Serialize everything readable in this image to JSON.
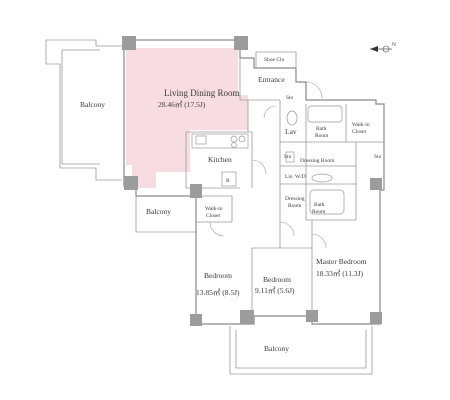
{
  "rooms": {
    "living_dining": {
      "name": "Living Dining Room",
      "area": "28.46㎡ (17.5J)"
    },
    "entrance": {
      "name": "Entrance"
    },
    "shoe_closet": {
      "name": "Shoe Clo"
    },
    "sto_1": {
      "name": "Sto"
    },
    "lav": {
      "name": "Lav"
    },
    "bath_room_1": {
      "name": "Bath Room"
    },
    "walkin_closet_1": {
      "name": "Walk-in Closet"
    },
    "kitchen": {
      "name": "Kitchen"
    },
    "refrigerator": {
      "name": "R"
    },
    "sto_2": {
      "name": "Sto"
    },
    "dressing_room_1": {
      "name": "Dressing Room"
    },
    "sto_3": {
      "name": "Sto"
    },
    "lin": {
      "name": "Lin"
    },
    "wd": {
      "name": "W/D"
    },
    "dressing_room_2": {
      "name": "Dressing Room"
    },
    "bath_room_2": {
      "name": "Bath Room"
    },
    "walkin_closet_2": {
      "name": "Walk-in Closet"
    },
    "bedroom_1": {
      "name": "Bedroom",
      "area": "13.85㎡ (8.5J)"
    },
    "bedroom_2": {
      "name": "Bedroom",
      "area": "9.11㎡ (5.6J)"
    },
    "master_bedroom": {
      "name": "Master Bedroom",
      "area": "18.33㎡ (11.3J)"
    }
  },
  "balconies": {
    "balcony_left": "Balcony",
    "balcony_mid": "Balcony",
    "balcony_bottom": "Balcony"
  },
  "compass": {
    "label": "N"
  },
  "colors": {
    "living_highlight": "#f7dde2",
    "wall": "#8a8a8a"
  }
}
